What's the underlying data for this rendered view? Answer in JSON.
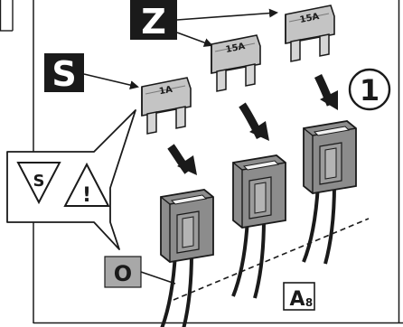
{
  "labels": {
    "z": "Z",
    "s": "S",
    "o": "O",
    "step": "1",
    "page_ref_letter": "A",
    "page_ref_number": "8",
    "warning_s": "S",
    "warning_excl": "!"
  },
  "fuses": [
    {
      "rating": "1A"
    },
    {
      "rating": "15A"
    },
    {
      "rating": "15A"
    }
  ],
  "colors": {
    "label_box": "#1a1a1a",
    "o_box": "#a8a8a8",
    "fuse_body": "#c2c2c2",
    "holder_body": "#8a8a8a",
    "arrow": "#1a1a1a"
  },
  "icons": {
    "warning_s": "triangle-s-icon",
    "warning_general": "warning-triangle-icon",
    "step_circle": "circled-number-icon"
  }
}
